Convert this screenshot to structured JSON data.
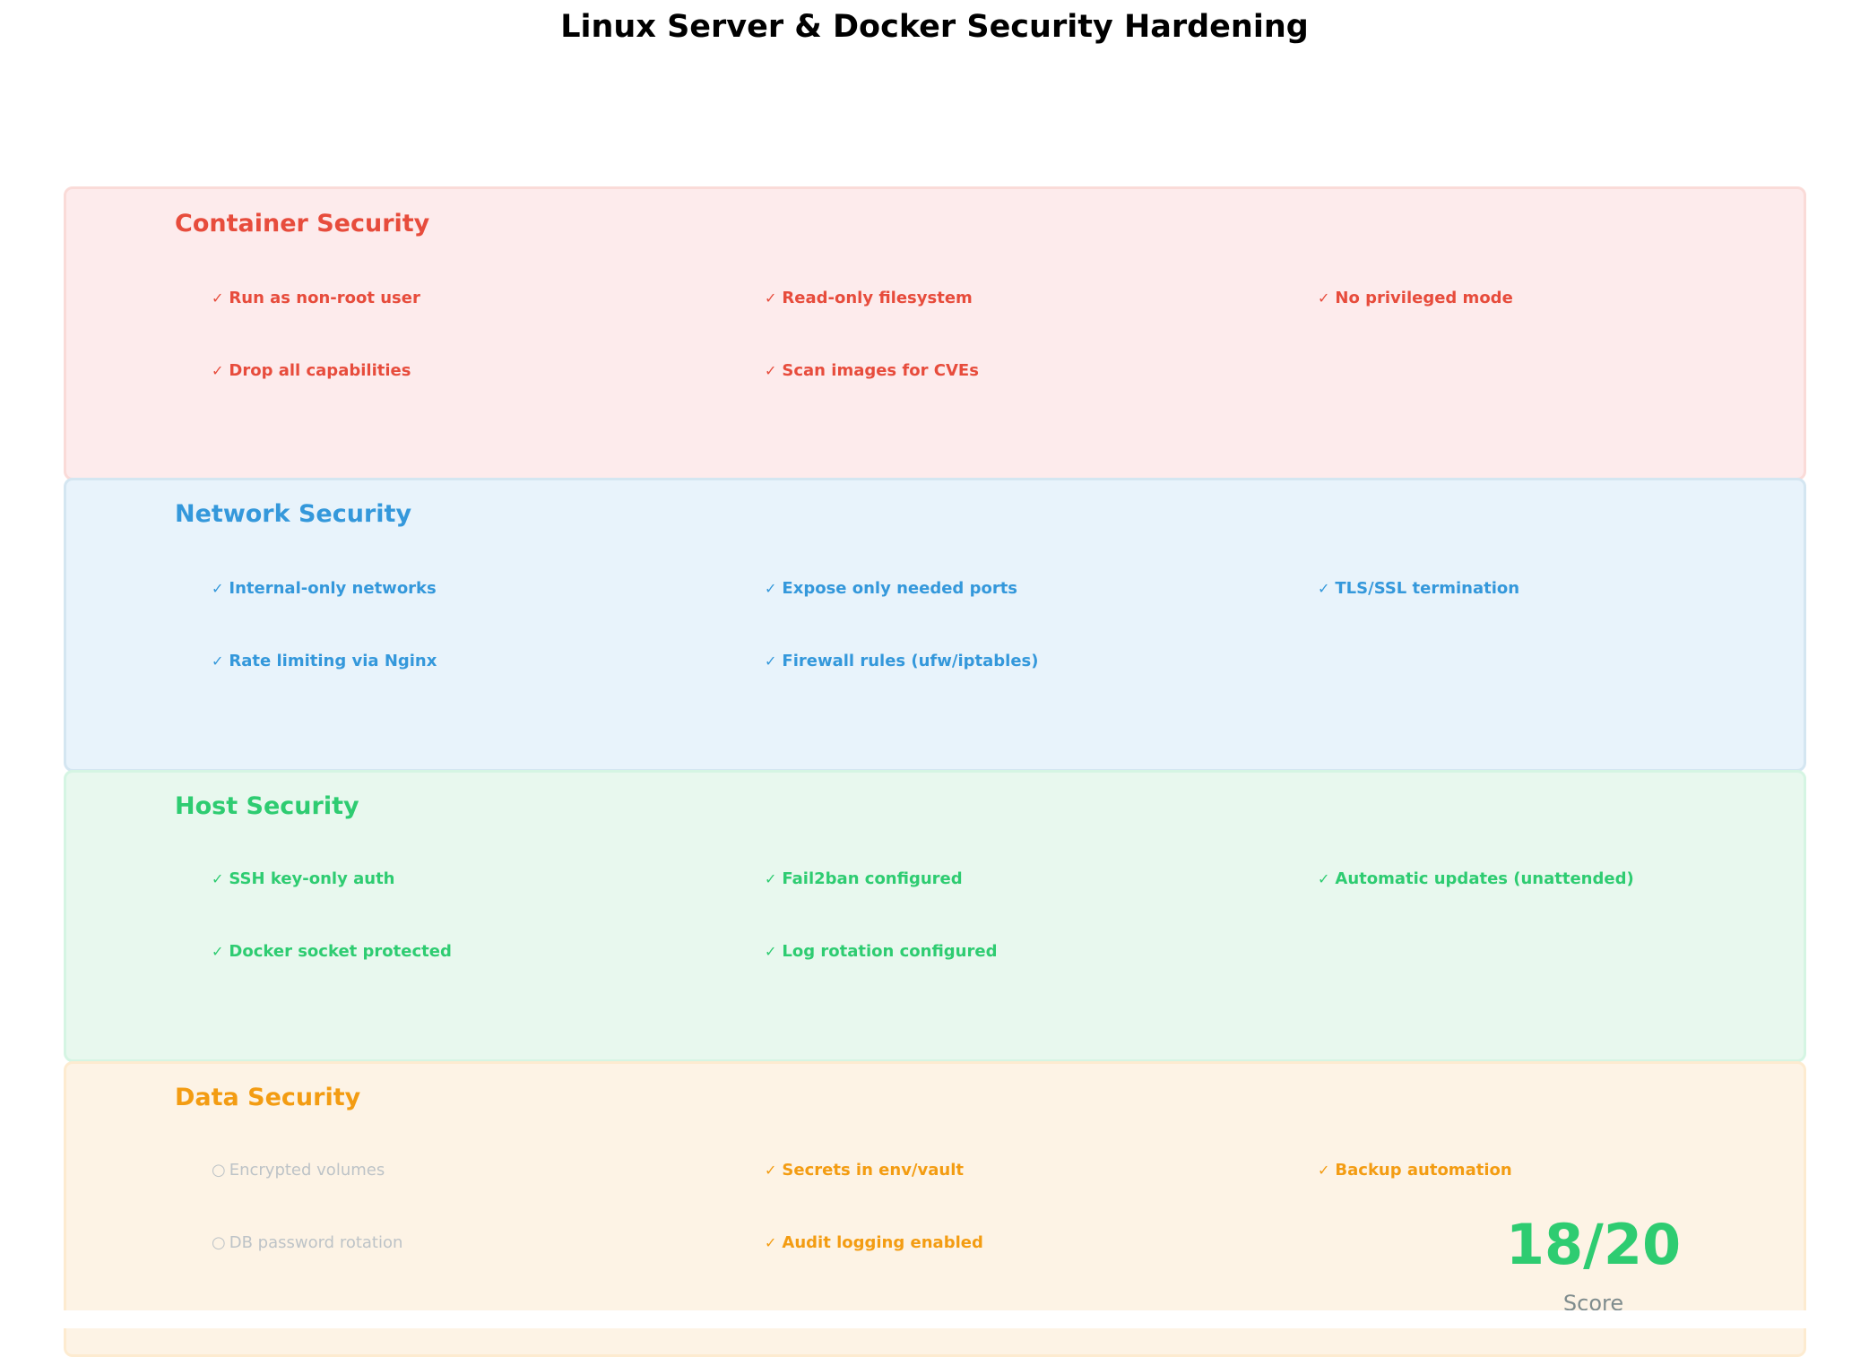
{
  "title": "Linux Server & Docker Security Hardening",
  "icons": {
    "checked": "✓",
    "unchecked": "○"
  },
  "sections": [
    {
      "name": "Container Security",
      "color": "#e74c3c",
      "background": "#fdebec",
      "border": "#fadbd8",
      "items": [
        {
          "label": "Run as non-root user",
          "done": true
        },
        {
          "label": "Read-only filesystem",
          "done": true
        },
        {
          "label": "No privileged mode",
          "done": true
        },
        {
          "label": "Drop all capabilities",
          "done": true
        },
        {
          "label": "Scan images for CVEs",
          "done": true
        }
      ]
    },
    {
      "name": "Network Security",
      "color": "#3498db",
      "background": "#e8f3fb",
      "border": "#d4e6f1",
      "items": [
        {
          "label": "Internal-only networks",
          "done": true
        },
        {
          "label": "Expose only needed ports",
          "done": true
        },
        {
          "label": "TLS/SSL termination",
          "done": true
        },
        {
          "label": "Rate limiting via Nginx",
          "done": true
        },
        {
          "label": "Firewall rules (ufw/iptables)",
          "done": true
        }
      ]
    },
    {
      "name": "Host Security",
      "color": "#2ecc71",
      "background": "#e8f8ee",
      "border": "#d5f5e3",
      "items": [
        {
          "label": "SSH key-only auth",
          "done": true
        },
        {
          "label": "Fail2ban configured",
          "done": true
        },
        {
          "label": "Automatic updates (unattended)",
          "done": true
        },
        {
          "label": "Docker socket protected",
          "done": true
        },
        {
          "label": "Log rotation configured",
          "done": true
        }
      ]
    },
    {
      "name": "Data Security",
      "color": "#f39c12",
      "background": "#fdf3e5",
      "border": "#fdebd0",
      "items": [
        {
          "label": "Encrypted volumes",
          "done": false
        },
        {
          "label": "Secrets in env/vault",
          "done": true
        },
        {
          "label": "Backup automation",
          "done": true
        },
        {
          "label": "DB password rotation",
          "done": false
        },
        {
          "label": "Audit logging enabled",
          "done": true
        }
      ]
    }
  ],
  "score": {
    "value": "18/20",
    "label": "Score",
    "color": "#2ecc71"
  }
}
